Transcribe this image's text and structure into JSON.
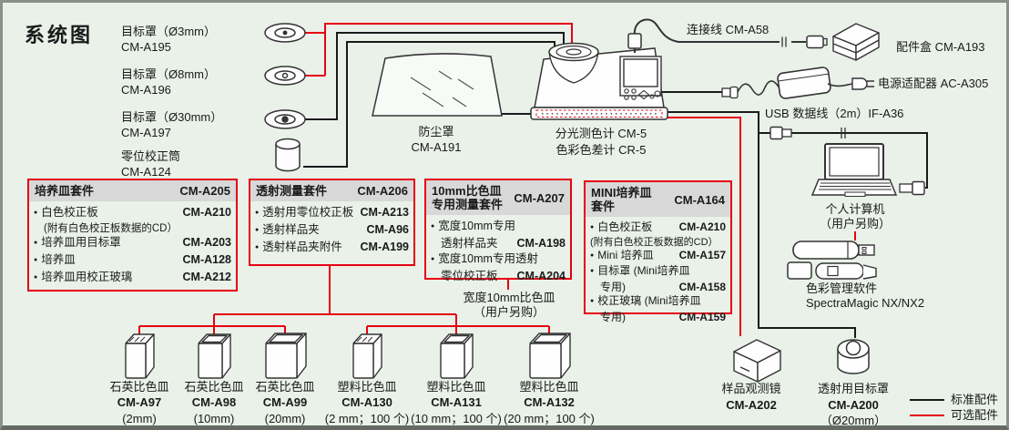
{
  "title": "系统图",
  "colors": {
    "optional_line": "#e60012",
    "standard_line": "#1a1a1a",
    "background": "#e9f1e9",
    "kit_header": "#d8d8d8"
  },
  "masks": [
    {
      "name": "目标罩（Ø3mm）",
      "code": "CM-A195"
    },
    {
      "name": "目标罩（Ø8mm）",
      "code": "CM-A196"
    },
    {
      "name": "目标罩（Ø30mm）",
      "code": "CM-A197"
    },
    {
      "name": "零位校正筒",
      "code": "CM-A124"
    }
  ],
  "dust_cover": {
    "name": "防尘罩",
    "code": "CM-A191"
  },
  "instrument": {
    "line1": "分光测色计  CM-5",
    "line2": "色彩色差计  CR-5"
  },
  "cables": {
    "connection": "连接线 CM-A58",
    "accessory_box": "配件盒 CM-A193",
    "ac_adapter": "电源适配器 AC-A305",
    "usb": "USB 数据线（2m）IF-A36"
  },
  "pc": {
    "name": "个人计算机",
    "note": "（用户另购）",
    "software_name": "色彩管理软件",
    "software_code": "SpectraMagic NX/NX2"
  },
  "kits": [
    {
      "title": "培养皿套件",
      "code": "CM-A205",
      "items": [
        {
          "name": "白色校正板",
          "code": "CM-A210"
        },
        {
          "note": "(附有白色校正板数据的CD）"
        },
        {
          "name": "培养皿用目标罩",
          "code": "CM-A203"
        },
        {
          "name": "培养皿",
          "code": "CM-A128"
        },
        {
          "name": "培养皿用校正玻璃",
          "code": "CM-A212"
        }
      ]
    },
    {
      "title": "透射测量套件",
      "code": "CM-A206",
      "items": [
        {
          "name": "透射用零位校正板",
          "code": "CM-A213"
        },
        {
          "name": "透射样品夹",
          "code": "CM-A96"
        },
        {
          "name": "透射样品夹附件",
          "code": "CM-A199"
        }
      ]
    },
    {
      "title_line1": "10mm比色皿",
      "title_line2": "专用测量套件",
      "code": "CM-A207",
      "items": [
        {
          "name": "宽度10mm专用"
        },
        {
          "name2": "透射样品夹",
          "code": "CM-A198"
        },
        {
          "name": "宽度10mm专用透射"
        },
        {
          "name2": "零位校正板",
          "code": "CM-A204"
        }
      ]
    },
    {
      "title_line1": "MINI培养皿",
      "title_line2": "套件",
      "code": "CM-A164",
      "items": [
        {
          "name": "白色校正板",
          "code": "CM-A210"
        },
        {
          "note": "(附有白色校正板数据的CD）"
        },
        {
          "name": "Mini 培养皿",
          "code": "CM-A157"
        },
        {
          "name": "目标罩 (Mini培养皿"
        },
        {
          "name2": "专用)",
          "code": "CM-A158"
        },
        {
          "name": "校正玻璃 (Mini培养皿"
        },
        {
          "name2": "专用)",
          "code": "CM-A159"
        }
      ]
    }
  ],
  "cuvette_note": {
    "line1": "宽度10mm比色皿",
    "line2": "（用户另购）"
  },
  "cuvettes": [
    {
      "name": "石英比色皿",
      "code": "CM-A97",
      "size": "(2mm)"
    },
    {
      "name": "石英比色皿",
      "code": "CM-A98",
      "size": "(10mm)"
    },
    {
      "name": "石英比色皿",
      "code": "CM-A99",
      "size": "(20mm)"
    },
    {
      "name": "塑料比色皿",
      "code": "CM-A130",
      "size": "(2 mm；100 个)"
    },
    {
      "name": "塑料比色皿",
      "code": "CM-A131",
      "size": "(10 mm；100 个)"
    },
    {
      "name": "塑料比色皿",
      "code": "CM-A132",
      "size": "(20 mm；100 个)"
    }
  ],
  "bottom_items": {
    "viewer": {
      "name": "样品观测镜",
      "code": "CM-A202"
    },
    "trans_mask": {
      "name": "透射用目标罩",
      "code": "CM-A200",
      "size": "（Ø20mm）"
    }
  },
  "legend": {
    "standard": "标准配件",
    "optional": "可选配件"
  }
}
